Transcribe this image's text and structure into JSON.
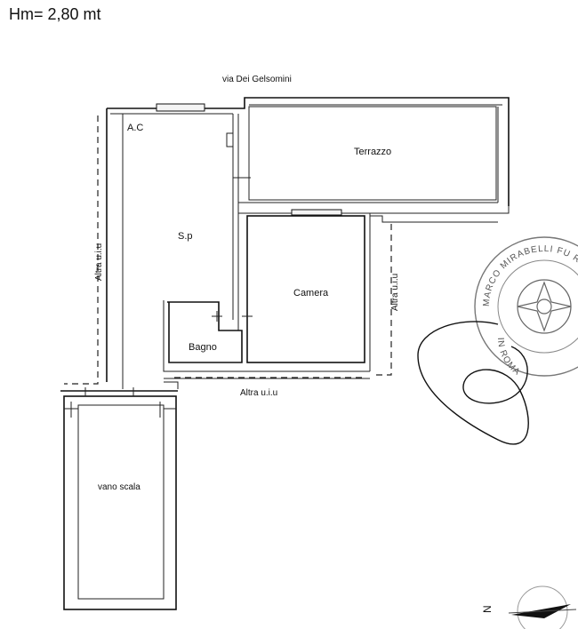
{
  "header": {
    "height_label": "Hm= 2,80 mt"
  },
  "plan": {
    "street": "via Dei Gelsomini",
    "rooms": {
      "ac": "A.C",
      "sp": "S.p",
      "terrazzo": "Terrazzo",
      "camera": "Camera",
      "bagno": "Bagno",
      "vano_scala": "vano scala"
    },
    "neighbors": {
      "left": "Altra u.i.u",
      "right": "Altra u.i.u",
      "bottom": "Altra u.i.u"
    }
  },
  "stamp": {
    "top_text": "MARCO MIRABELLI FU RO",
    "bottom_text": "IN ROMA"
  },
  "compass": {
    "north_letter": "N"
  }
}
